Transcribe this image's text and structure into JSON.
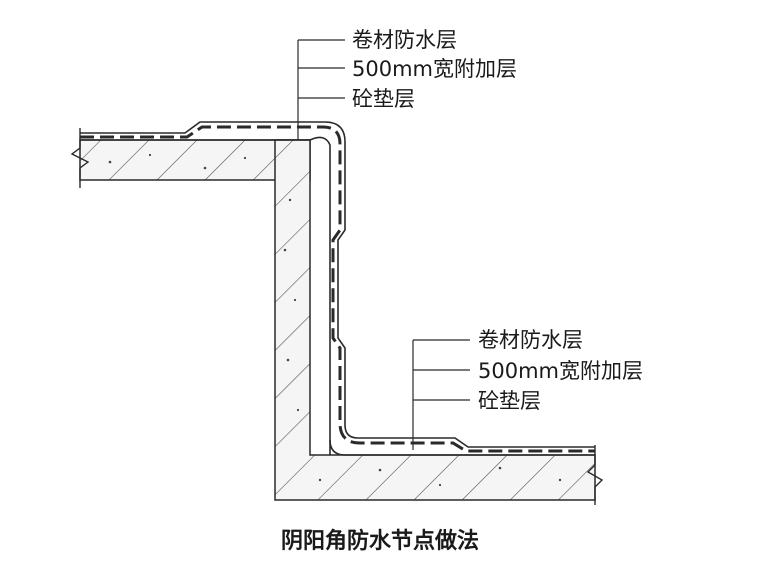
{
  "labels_top": {
    "line1": "卷材防水层",
    "line2": "500mm宽附加层",
    "line3": "砼垫层"
  },
  "labels_bottom": {
    "line1": "卷材防水层",
    "line2": "500mm宽附加层",
    "line3": "砼垫层"
  },
  "caption": "阴阳角防水节点做法",
  "colors": {
    "line": "#2a2a2a",
    "concrete_fill": "#f4f4f4",
    "membrane": "#3a3a3a"
  }
}
